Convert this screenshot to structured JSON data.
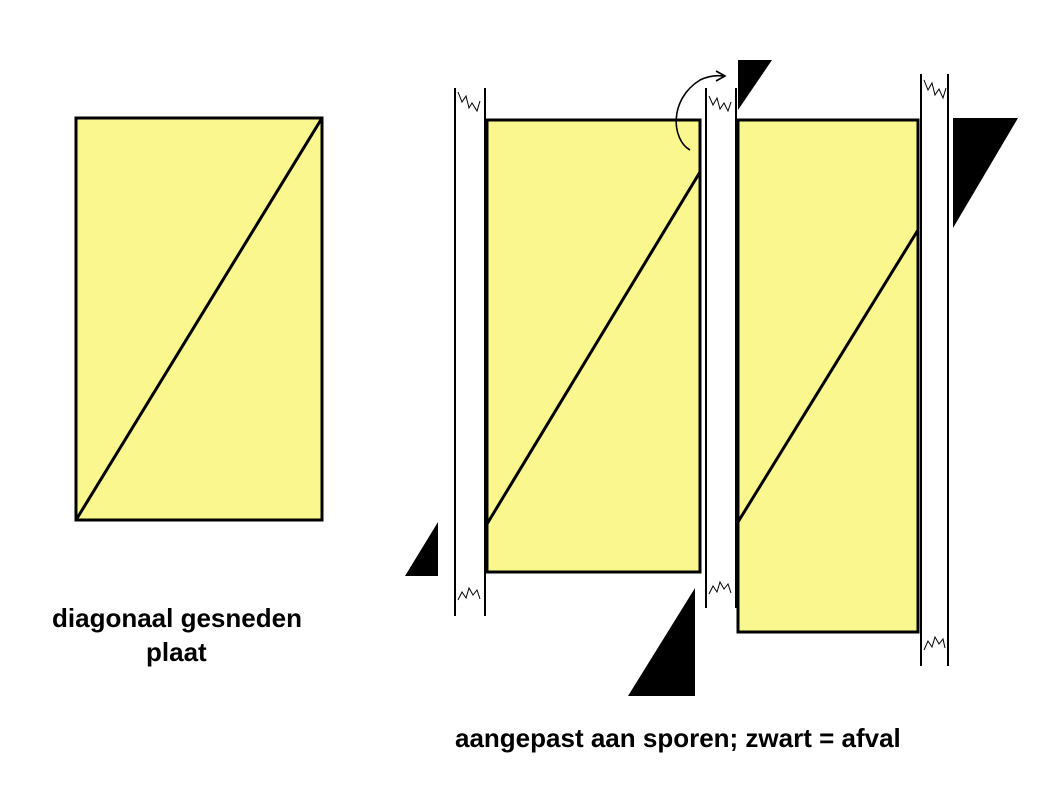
{
  "colors": {
    "plate_fill": "#fbf78f",
    "outline": "#000000",
    "waste": "#000000",
    "joist": "#ffffff"
  },
  "captions": {
    "left_line1": "diagonaal gesneden",
    "left_line2": "plaat",
    "right": "aangepast aan sporen; zwart = afval"
  }
}
